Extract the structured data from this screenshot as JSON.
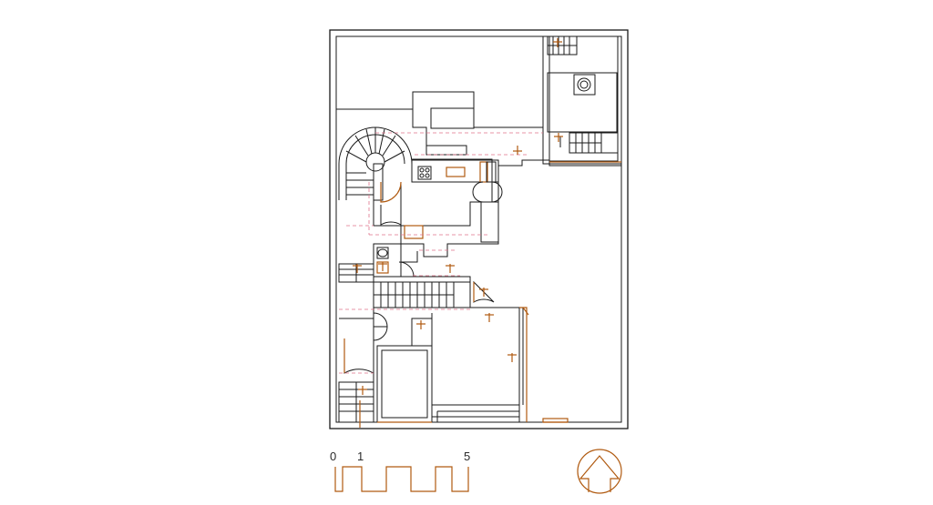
{
  "drawing": {
    "type": "floor-plan",
    "line_color": "#1a1a1a",
    "accent_color": "#b05a10",
    "hidden_line_color": "#e0738a"
  },
  "scale_bar": {
    "labels": [
      "0",
      "1",
      "5"
    ]
  },
  "north_arrow": {
    "icon": "north-arrow-icon"
  }
}
